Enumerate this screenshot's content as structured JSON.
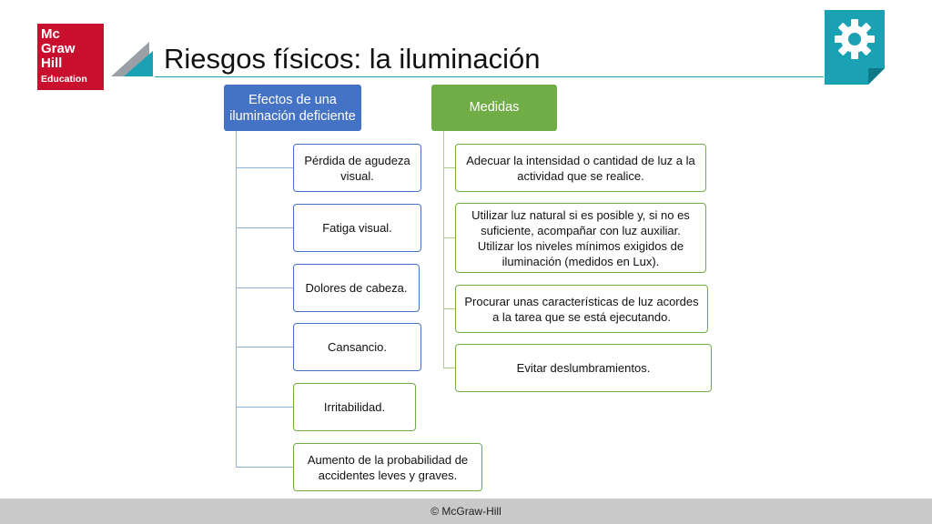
{
  "logo": {
    "line1": "Mc",
    "line2": "Graw",
    "line3": "Hill",
    "line4": "Education"
  },
  "slide": {
    "title": "Riesgos físicos: la iluminación"
  },
  "icons": {
    "corner": "gear-icon",
    "title_deco": "triangle-deco-icon"
  },
  "colors": {
    "logo_red": "#c8102e",
    "teal": "#1aa1b3",
    "blue": "#4472c4",
    "green": "#70ad47",
    "footer_gray": "#c9c9c9"
  },
  "effects": {
    "header": "Efectos de una iluminación deficiente",
    "items": [
      "Pérdida de agudeza visual.",
      "Fatiga visual.",
      "Dolores de cabeza.",
      "Cansancio.",
      "Irritabilidad.",
      "Aumento de la probabilidad de accidentes leves y graves."
    ]
  },
  "measures": {
    "header": "Medidas",
    "items": [
      "Adecuar la intensidad o cantidad de luz a la actividad que se realice.",
      "Utilizar luz natural si es posible y, si no es suficiente, acompañar con luz auxiliar. Utilizar los niveles mínimos exigidos de iluminación (medidos en Lux).",
      "Procurar unas características de luz acordes a la tarea que se está ejecutando.",
      "Evitar deslumbramientos."
    ]
  },
  "footer": {
    "copyright": "© McGraw-Hill"
  }
}
